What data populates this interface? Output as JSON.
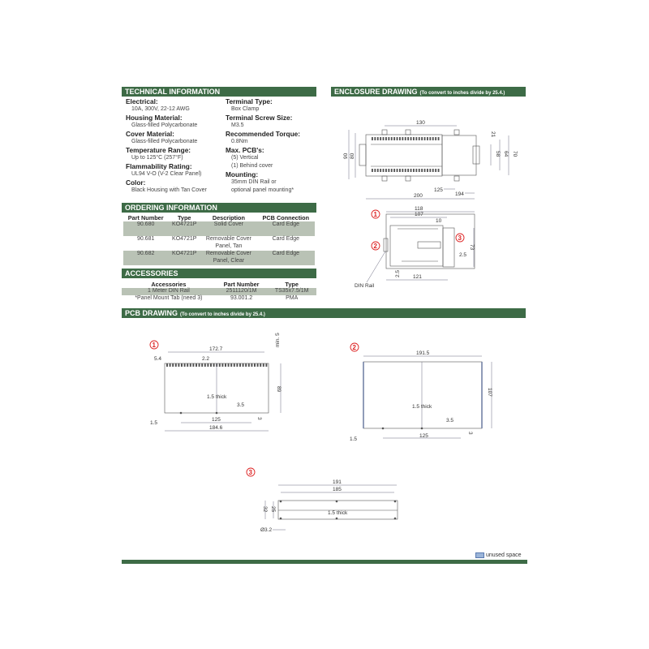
{
  "technical": {
    "title": "TECHNICAL INFORMATION",
    "left": [
      {
        "label": "Electrical:",
        "value": "10A, 300V, 22-12 AWG"
      },
      {
        "label": "Housing Material:",
        "value": "Glass-filled Polycarbonate"
      },
      {
        "label": "Cover Material:",
        "value": "Glass-filled Polycarbonate"
      },
      {
        "label": "Temperature Range:",
        "value": "Up to 125°C (257°F)"
      },
      {
        "label": "Flammability Rating:",
        "value": "UL94 V-O (V-2 Clear Panel)"
      },
      {
        "label": "Color:",
        "value": "Black Housing with Tan Cover"
      }
    ],
    "right": [
      {
        "label": "Terminal Type:",
        "value": "Box Clamp"
      },
      {
        "label": "Terminal Screw Size:",
        "value": "M3.5"
      },
      {
        "label": "Recommended Torque:",
        "value": "0.8Nm"
      },
      {
        "label": "Max. PCB's:",
        "value": "(5) Vertical",
        "value2": "(1) Behind cover"
      },
      {
        "label": "Mounting:",
        "value": "35mm DIN Rail or",
        "value2": "optional panel mounting*"
      }
    ]
  },
  "ordering": {
    "title": "ORDERING INFORMATION",
    "headers": [
      "Part Number",
      "Type",
      "Description",
      "PCB Connection"
    ],
    "rows": [
      [
        "90.680",
        "KO4721P",
        "Solid Cover",
        "",
        "Card Edge"
      ],
      [
        "90.681",
        "KO4721P",
        "Removable Cover",
        "Panel, Tan",
        "Card Edge"
      ],
      [
        "90.682",
        "KO4721P",
        "Removable Cover",
        "Panel, Clear",
        "Card Edge"
      ]
    ]
  },
  "accessories": {
    "title": "ACCESSORIES",
    "headers": [
      "Accessories",
      "Part Number",
      "Type"
    ],
    "rows": [
      [
        "1 Meter DIN Rail",
        "2511120/1M",
        "TS35x7.5/1M"
      ],
      [
        "*Panel Mount Tab (need 3)",
        "93.001.2",
        "PMA"
      ]
    ]
  },
  "enclosure": {
    "title": "ENCLOSURE DRAWING",
    "note": "(To convert to inches divide by 25.4.)",
    "top_dims": {
      "d130": "130",
      "d90": "90",
      "d80": "80",
      "d21": "21",
      "d58": "58",
      "d64": "64",
      "d70": "70",
      "d125": "125",
      "d194": "194",
      "d200": "200"
    },
    "side_dims": {
      "d118": "118",
      "d107": "107",
      "d10": "10",
      "d73": "73",
      "d2_5a": "2.5",
      "d2_5b": "2.5",
      "d121": "121",
      "din": "DIN Rail"
    },
    "callouts": [
      "1",
      "2",
      "3"
    ]
  },
  "pcb": {
    "title": "PCB DRAWING",
    "note": "(To convert to inches divide by 25.4.)",
    "p1": {
      "n": "1",
      "w": "172.7",
      "a": "5.4",
      "b": "2.2",
      "min": "min. 5",
      "h": "89",
      "thick": "1.5 thick",
      "hole": "3.5",
      "c": "125",
      "e": "3",
      "f": "1.5",
      "total": "184.6"
    },
    "p2": {
      "n": "2",
      "w": "191.5",
      "h": "107",
      "thick": "1.5 thick",
      "hole": "3.5",
      "c": "125",
      "e": "3",
      "f": "1.5"
    },
    "p3": {
      "n": "3",
      "w": "191",
      "w2": "185",
      "h": "32",
      "h2": "25",
      "thick": "1.5 thick",
      "dia": "Ø3.2"
    }
  },
  "legend": {
    "label": "unused space",
    "color": "#9ab4d8"
  },
  "colors": {
    "header_green": "#3d6b46",
    "row_gray": "#b9c2b5",
    "callout_red": "#dd2222"
  }
}
